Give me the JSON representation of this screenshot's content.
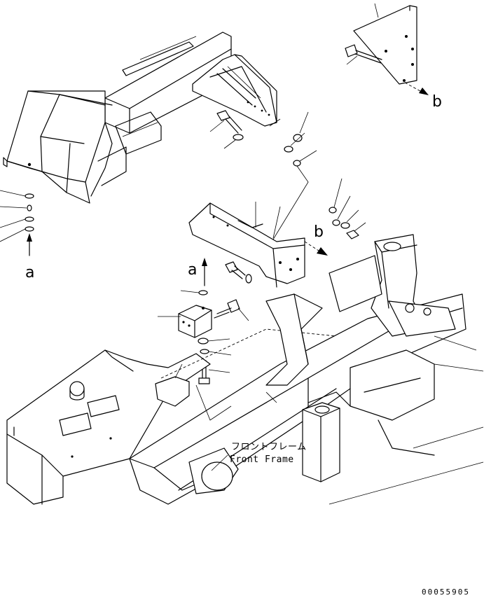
{
  "labels": {
    "a_left": "a",
    "a_center": "a",
    "b_right": "b",
    "b_center": "b",
    "frame_jp": "フロントフレーム",
    "frame_en": "Front Frame",
    "drawing_code": "00055905"
  }
}
